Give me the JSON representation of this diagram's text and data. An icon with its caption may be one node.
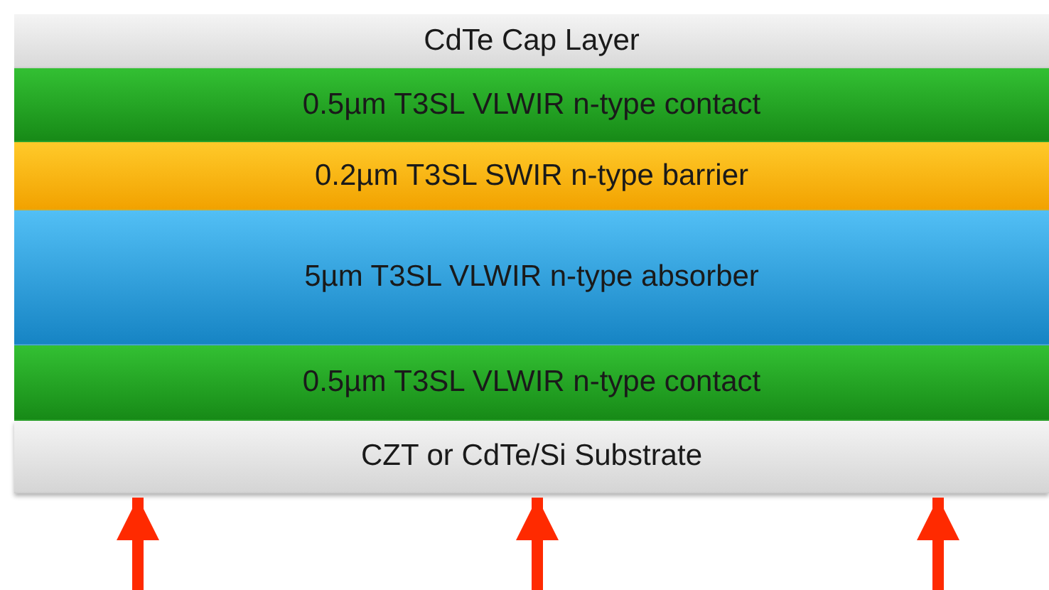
{
  "diagram": {
    "nodes": [
      {
        "text": [
          "CdTe Cap Layer"
        ]
      },
      {
        "text": [
          "0.5µm T3SL VLWIR n-type contact"
        ]
      },
      {
        "text": [
          "0.2µm T3SL SWIR n-type barrier"
        ]
      },
      {
        "text": [
          "5µm T3SL VLWIR n-type absorber"
        ]
      },
      {
        "text": [
          "0.5µm T3SL VLWIR n-type contact"
        ]
      },
      {
        "text": [
          "CZT or CdTe/Si Substrate"
        ]
      }
    ],
    "edges": [
      {
        "from": null,
        "to": 5,
        "arrow": "to",
        "color": "#ff2a00"
      },
      {
        "from": null,
        "to": 5,
        "arrow": "to",
        "color": "#ff2a00"
      },
      {
        "from": null,
        "to": 5,
        "arrow": "to",
        "color": "#ff2a00"
      }
    ]
  }
}
